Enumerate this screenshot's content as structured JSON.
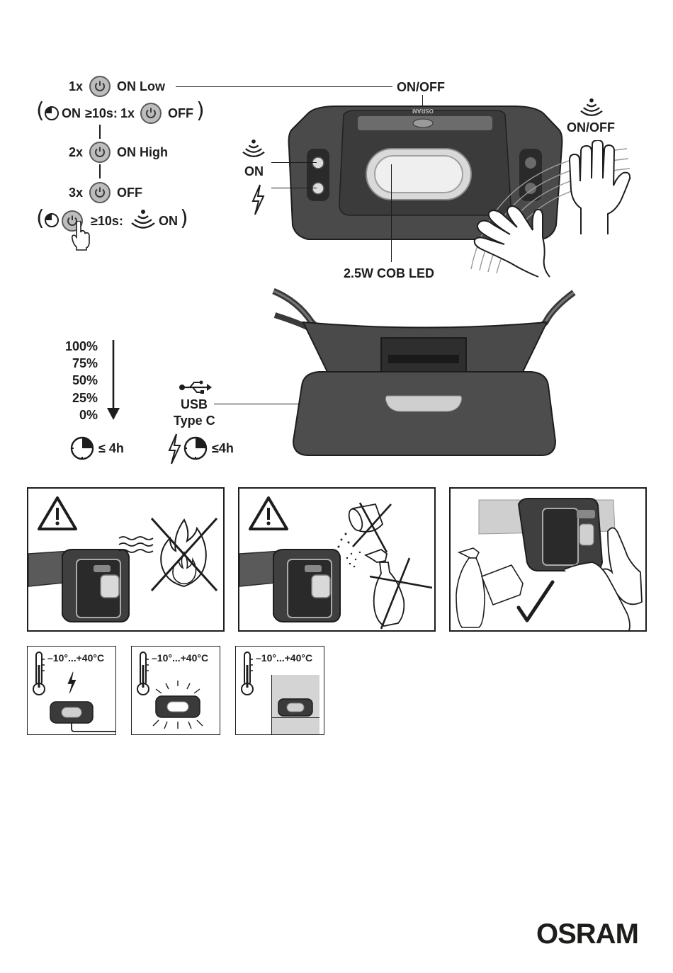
{
  "controls": {
    "press_1x": "1x",
    "on_low": "ON Low",
    "hold_on": "ON",
    "ge10s_a": "≥10s:",
    "press_1x_b": "1x",
    "off_a": "OFF",
    "press_2x": "2x",
    "on_high": "ON High",
    "press_3x": "3x",
    "off_b": "OFF",
    "ge10s_b": "≥10s:",
    "sensor_on_b": "ON"
  },
  "headlamp": {
    "on_off_top": "ON/OFF",
    "sensor_on_off": "ON/OFF",
    "sensor_on": "ON",
    "cob_led": "2.5W COB LED",
    "brand_on_lamp": "OSRAM"
  },
  "battery": {
    "levels": [
      "100%",
      "75%",
      "50%",
      "25%",
      "0%"
    ],
    "time_limit": "≤ 4h",
    "charge_time": "≤4h"
  },
  "charging": {
    "usb": "USB",
    "type": "Type C"
  },
  "temperature_panels": [
    {
      "range": "–10°...+40°C"
    },
    {
      "range": "–10°...+40°C"
    },
    {
      "range": "–10°...+40°C"
    }
  ],
  "footer": {
    "logo": "OSRAM"
  }
}
